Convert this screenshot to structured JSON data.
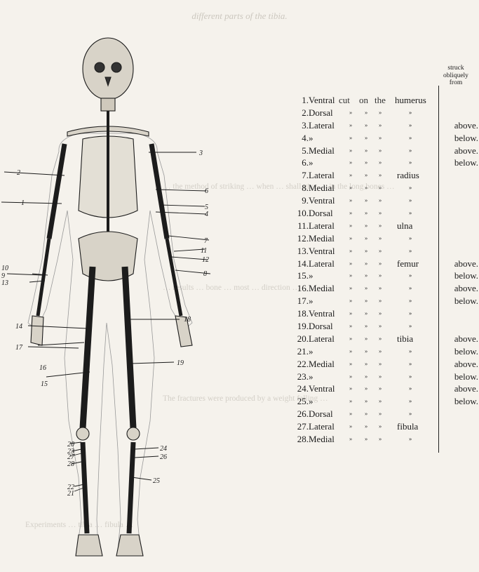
{
  "ghost_text": {
    "title": "different parts of the tibia.",
    "paragraphs": [
      "… the method of striking … when … shall give … in the long bones …",
      "… results … bone … most … direction …",
      "The fractures were produced by a weight falling …",
      "Experiments … tibia … fibula …"
    ]
  },
  "header": {
    "struck": "struck",
    "obliquely": "obliquely",
    "from": "from"
  },
  "ditto": "»",
  "rows": [
    {
      "num": "1.",
      "cut": "Ventral",
      "on": "cut",
      "the": "on",
      "t2": "the",
      "bone": "humerus",
      "dir": "",
      "full": true
    },
    {
      "num": "2.",
      "cut": "Dorsal",
      "bone": "»",
      "dir": ""
    },
    {
      "num": "3.",
      "cut": "Lateral",
      "bone": "»",
      "dir": "above."
    },
    {
      "num": "4.",
      "cut": "»",
      "bone": "»",
      "dir": "below."
    },
    {
      "num": "5.",
      "cut": "Medial",
      "bone": "»",
      "dir": "above."
    },
    {
      "num": "6.",
      "cut": "»",
      "bone": "»",
      "dir": "below."
    },
    {
      "num": "7.",
      "cut": "Lateral",
      "bone": "radius",
      "dir": ""
    },
    {
      "num": "8.",
      "cut": "Medial",
      "bone": "»",
      "dir": ""
    },
    {
      "num": "9.",
      "cut": "Ventral",
      "bone": "»",
      "dir": ""
    },
    {
      "num": "10.",
      "cut": "Dorsal",
      "bone": "»",
      "dir": ""
    },
    {
      "num": "11.",
      "cut": "Lateral",
      "bone": "ulna",
      "dir": ""
    },
    {
      "num": "12.",
      "cut": "Medial",
      "bone": "»",
      "dir": ""
    },
    {
      "num": "13.",
      "cut": "Ventral",
      "bone": "»",
      "dir": ""
    },
    {
      "num": "14.",
      "cut": "Lateral",
      "bone": "femur",
      "dir": "above."
    },
    {
      "num": "15.",
      "cut": "»",
      "bone": "»",
      "dir": "below."
    },
    {
      "num": "16.",
      "cut": "Medial",
      "bone": "»",
      "dir": "above."
    },
    {
      "num": "17.",
      "cut": "»",
      "bone": "»",
      "dir": "below."
    },
    {
      "num": "18.",
      "cut": "Ventral",
      "bone": "»",
      "dir": ""
    },
    {
      "num": "19.",
      "cut": "Dorsal",
      "bone": "»",
      "dir": ""
    },
    {
      "num": "20.",
      "cut": "Lateral",
      "bone": "tibia",
      "dir": "above."
    },
    {
      "num": "21.",
      "cut": "»",
      "bone": "»",
      "dir": "below."
    },
    {
      "num": "22.",
      "cut": "Medial",
      "bone": "»",
      "dir": "above."
    },
    {
      "num": "23.",
      "cut": "»",
      "bone": "»",
      "dir": "below."
    },
    {
      "num": "24.",
      "cut": "Ventral",
      "bone": "»",
      "dir": "above."
    },
    {
      "num": "25.",
      "cut": "»",
      "bone": "»",
      "dir": "below."
    },
    {
      "num": "26.",
      "cut": "Dorsal",
      "bone": "»",
      "dir": ""
    },
    {
      "num": "27.",
      "cut": "Lateral",
      "bone": "fibula",
      "dir": ""
    },
    {
      "num": "28.",
      "cut": "Medial",
      "bone": "»",
      "dir": ""
    }
  ],
  "figure_labels": [
    "1",
    "2",
    "3",
    "4",
    "5",
    "6",
    "7",
    "8",
    "9",
    "10",
    "11",
    "12",
    "13",
    "14",
    "15",
    "16",
    "17",
    "18",
    "19",
    "20",
    "21",
    "22",
    "23",
    "24",
    "25",
    "26",
    "27",
    "28"
  ]
}
